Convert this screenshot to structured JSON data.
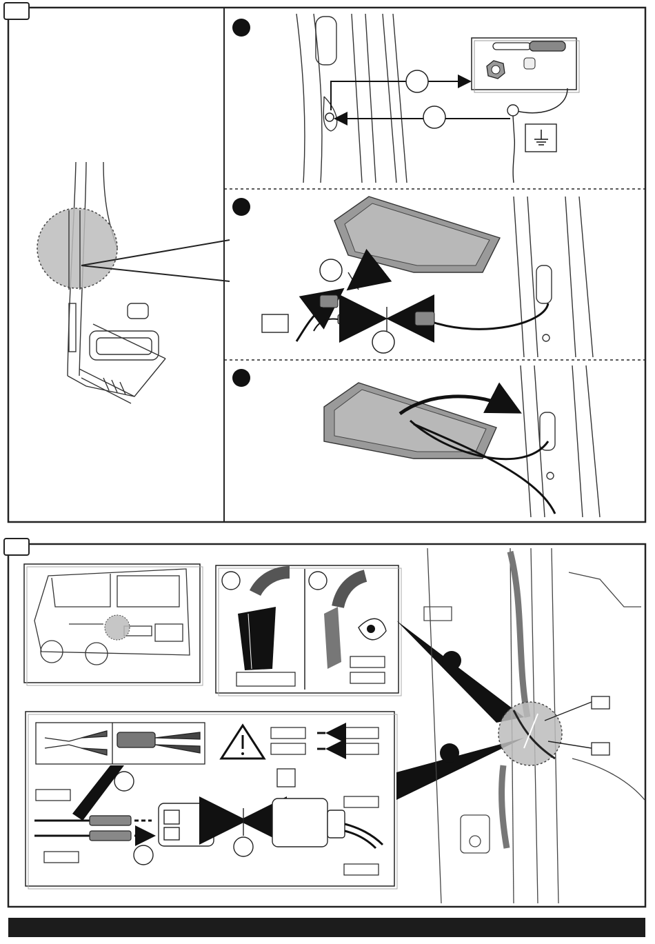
{
  "document": {
    "type": "installation-instructions",
    "pages": [
      {
        "id": "section-1",
        "panels": [
          {
            "id": "overview-rear-pillar",
            "callout": ""
          },
          {
            "id": "step-1-ground-cable",
            "step_number": "",
            "ground_symbol": "earth-ground-icon"
          },
          {
            "id": "step-2-connect-plug",
            "step_number": ""
          },
          {
            "id": "step-3-route-cable",
            "step_number": ""
          }
        ]
      },
      {
        "id": "section-2",
        "panels": [
          {
            "id": "van-overview",
            "callout": ""
          },
          {
            "id": "tape-wrapping",
            "labels": [
              "",
              ""
            ]
          },
          {
            "id": "crimping-tools",
            "warning": "warning-triangle-icon"
          }
        ]
      }
    ],
    "footer": ""
  }
}
